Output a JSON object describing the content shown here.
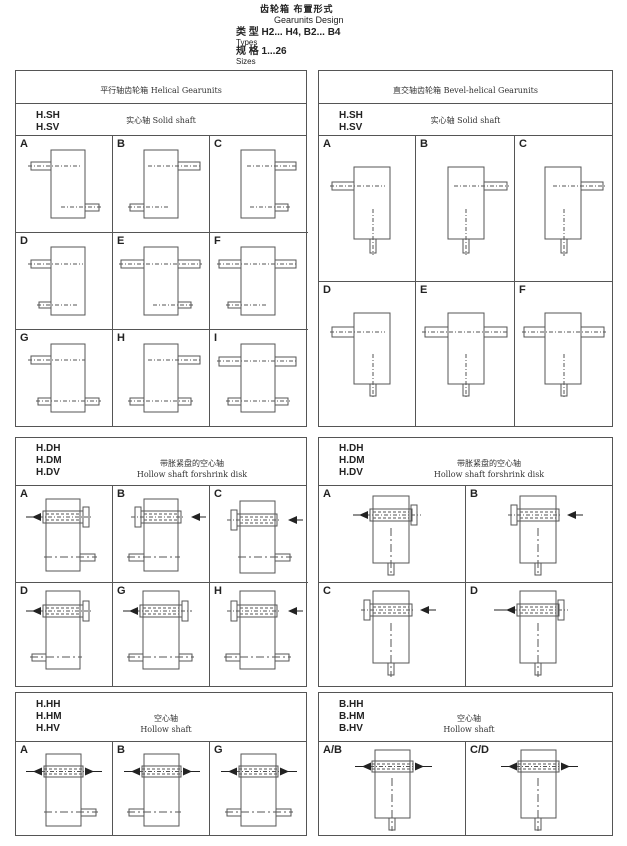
{
  "header": {
    "title_cn": "齿轮箱  布置形式",
    "title_en": "Gearunits Design",
    "types_line": "类  型 H2... H4, B2... B4",
    "types_en": "Types",
    "sizes_line": "规  格 1...26",
    "sizes_en": "Sizes"
  },
  "panels": {
    "helical_solid": {
      "section_title": "平行轴齿轮箱   Helical Gearunits",
      "codes": [
        "H.SH",
        "H.SV"
      ],
      "subtitle": "实心轴   Solid shaft",
      "cells": [
        "A",
        "B",
        "C",
        "D",
        "E",
        "F",
        "G",
        "H",
        "I"
      ]
    },
    "bevel_solid": {
      "section_title": "直交轴齿轮箱   Bevel-helical Gearunits",
      "codes": [
        "H.SH",
        "H.SV"
      ],
      "subtitle": "实心轴   Solid shaft",
      "cells": [
        "A",
        "B",
        "C",
        "D",
        "E",
        "F"
      ]
    },
    "helical_shrink": {
      "codes": [
        "H.DH",
        "H.DM",
        "H.DV"
      ],
      "subtitle_cn": "带胀紧盘的空心轴",
      "subtitle_en": "Hollow shaft forshrink disk",
      "cells": [
        "A",
        "B",
        "C",
        "D",
        "G",
        "H"
      ]
    },
    "bevel_shrink": {
      "codes": [
        "H.DH",
        "H.DM",
        "H.DV"
      ],
      "subtitle_cn": "带胀紧盘的空心轴",
      "subtitle_en": "Hollow shaft forshrink disk",
      "cells": [
        "A",
        "B",
        "C",
        "D"
      ]
    },
    "helical_hollow": {
      "codes": [
        "H.HH",
        "H.HM",
        "H.HV"
      ],
      "subtitle_cn": "空心轴",
      "subtitle_en": "Hollow shaft",
      "cells": [
        "A",
        "B",
        "G"
      ]
    },
    "bevel_hollow": {
      "codes": [
        "B.HH",
        "B.HM",
        "B.HV"
      ],
      "subtitle_cn": "空心轴",
      "subtitle_en": "Hollow shaft",
      "cells": [
        "A/B",
        "C/D"
      ]
    }
  },
  "colors": {
    "line": "#555555",
    "text": "#222222",
    "background": "#ffffff"
  }
}
